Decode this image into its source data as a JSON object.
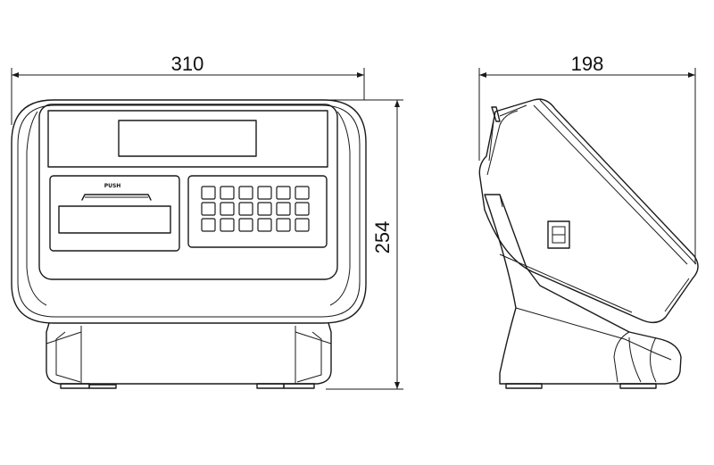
{
  "dimensions": {
    "width": "310",
    "depth": "198",
    "height": "254"
  },
  "printer": {
    "push_label": "PUSH"
  },
  "keypad": {
    "rows": 3,
    "cols": 6
  }
}
